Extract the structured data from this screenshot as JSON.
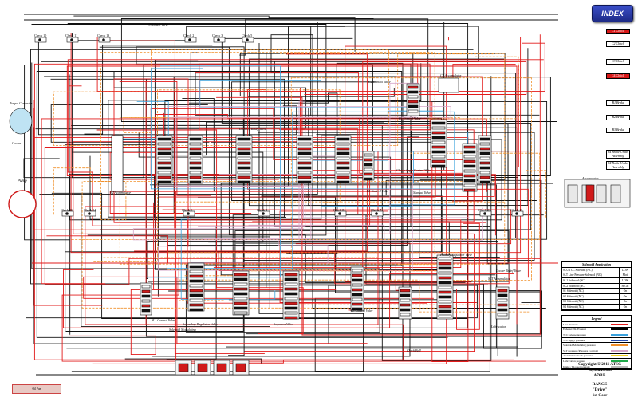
{
  "header": {
    "index_label": "INDEX"
  },
  "clutch_labels": {
    "c3": "C3 Clutch Valve",
    "c2": "C2 Control Valve",
    "c1": "C1 Control Valve",
    "c3_acc": "C3 Accumulator",
    "b2_acc": "B2 Accumulator",
    "torque": "Torque Converter",
    "pump": "Pump",
    "cooler": "Cooler",
    "solenoid_mod": "Solenoid Modulating",
    "sll_slv": "SL1 Control Valve",
    "lockup": "Lock-Up Relay Valve",
    "manual": "Manual Valve",
    "primary": "Primary Regulator Valve",
    "sec_reg": "Secondary Regulator Valve",
    "clutch_apply": "Clutch Apply Control Valve",
    "b3_control": "B3 Control Valve",
    "b1_control": "B1 Control Valve",
    "sequence": "Sequence Valve",
    "accumulator": "Accumulator",
    "slt_acc": "SLT Accumulator",
    "cooler_relief": "Cooler Relief Valve",
    "lube": "Lubrication",
    "check_ball": "Check Ball"
  },
  "checks": {
    "a": "Check 10",
    "b": "Check 13",
    "c": "Check 11",
    "d": "Check 2",
    "e": "Check 3",
    "f": "Check 5",
    "g": "Check 6",
    "h": "Check 16",
    "i": "Check 14",
    "j": "Check 9",
    "k": "Check 8",
    "l": "Check 7",
    "m": "Check 12",
    "n": "Check 15"
  },
  "side_boxes": [
    {
      "label": "C1 Clutch",
      "red": true
    },
    {
      "label": "C2 Clutch",
      "red": false
    },
    {
      "label": "C3 Clutch",
      "red": false
    },
    {
      "label": "C4 Clutch",
      "red": true
    },
    {
      "label": "B1 Brake",
      "red": false
    },
    {
      "label": "B2 Brake",
      "red": false
    },
    {
      "label": "B3 Brake",
      "red": false
    },
    {
      "label": "B4 Brake Under Assembly",
      "red": false
    },
    {
      "label": "B4 Brake Under Assembly",
      "red": false
    }
  ],
  "solenoid_panel": {
    "title": "Solenoid Application",
    "rows": [
      {
        "name": "SLU TCC Solenoid (NC)",
        "state": "LOW"
      },
      {
        "name": "SLT Line Pressure Solenoid (NO)",
        "state": "Mod"
      },
      {
        "name": "SL1 Solenoid (NC)",
        "state": "LOW"
      },
      {
        "name": "SL2 Solenoid (NC)",
        "state": "HIGH"
      },
      {
        "name": "S1 Solenoid (NC)",
        "state": "On"
      },
      {
        "name": "S2 Solenoid (NC)",
        "state": "On"
      },
      {
        "name": "S3 Solenoid (NC)",
        "state": "On"
      },
      {
        "name": "S4 Solenoid (NC)",
        "state": "On"
      }
    ]
  },
  "legend": {
    "title": "Legend",
    "rows": [
      {
        "name": "Line Pressure",
        "color": "#e21b1b"
      },
      {
        "name": "Exhaust/P.R. Exhaust",
        "color": "#000000"
      },
      {
        "name": "TCC release pressure",
        "color": "#3aa2dd"
      },
      {
        "name": "TCC apply pressure",
        "color": "#2a4fb3"
      },
      {
        "name": "Solenoid Modulating pressure",
        "color": "#f0902a"
      },
      {
        "name": "SLT pressure (Pressure Control)",
        "color": "#d6a6c8"
      },
      {
        "name": "Accumulator back pressure",
        "color": "#f0d020"
      },
      {
        "name": "Lubrication pressure",
        "color": "#1fa84a"
      },
      {
        "name": "Intake / Blocked passage",
        "color": "#bbbbbb"
      }
    ]
  },
  "footer": {
    "copyright": "Copyright © 2011 ATSG",
    "make": "Toyota/Lexus",
    "model": "A761E",
    "range_label": "RANGE",
    "range_value": "\"Drive\"",
    "gear": "1st Gear"
  },
  "bottom": {
    "tank": "Oil Pan"
  },
  "colors": {
    "line": "#e21b1b",
    "exhaust": "#111111",
    "modulating": "#f0902a",
    "tcc_release": "#3aa2dd",
    "slt": "#d6a6c8",
    "lube": "#1fa84a",
    "blue": "#2a4fb3"
  }
}
